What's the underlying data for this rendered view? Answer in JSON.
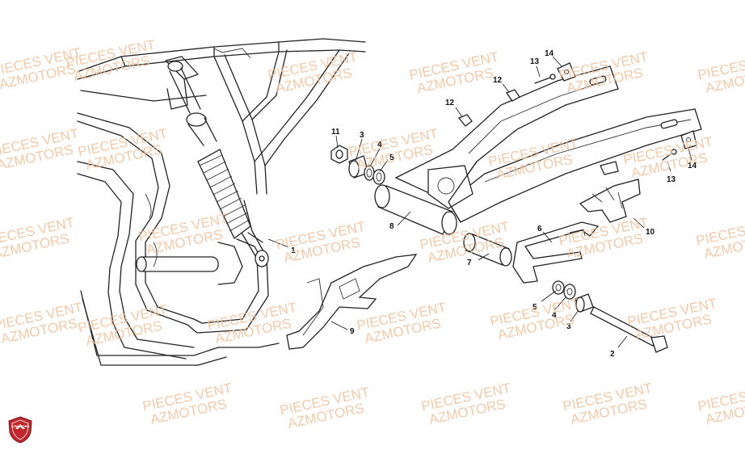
{
  "watermark": {
    "line1": "PIECES VENT",
    "line2": "AZMOTORS"
  },
  "logo": {
    "text": "AZMOTORS",
    "color": "#c0272d"
  },
  "callouts": [
    "1",
    "2",
    "3",
    "3",
    "4",
    "4",
    "5",
    "5",
    "6",
    "7",
    "8",
    "9",
    "10",
    "11",
    "12",
    "12",
    "13",
    "13",
    "14",
    "14"
  ],
  "colors": {
    "watermark": "#f3c09a",
    "lines": "#222222"
  }
}
